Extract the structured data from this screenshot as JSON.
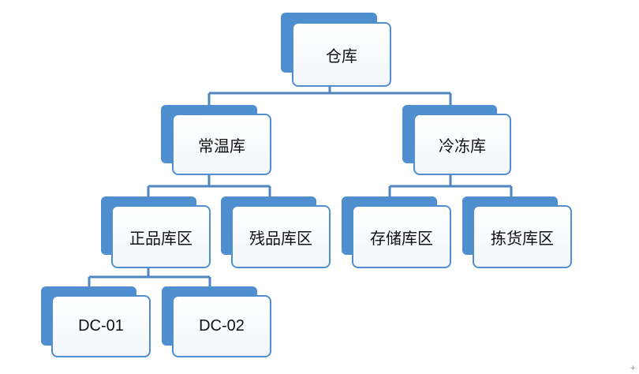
{
  "diagram": {
    "type": "org-chart",
    "colors": {
      "accent": "#4f8fcf",
      "connector": "#4f86bf",
      "box_fill": "#f2f6fb",
      "text": "#111111"
    },
    "nodes": {
      "warehouse": {
        "label": "仓库"
      },
      "normal_temp": {
        "label": "常温库"
      },
      "frozen": {
        "label": "冷冻库"
      },
      "genuine_area": {
        "label": "正品库区"
      },
      "defective_area": {
        "label": "残品库区"
      },
      "storage_area": {
        "label": "存储库区"
      },
      "picking_area": {
        "label": "拣货库区"
      },
      "dc01": {
        "label": "DC-01"
      },
      "dc02": {
        "label": "DC-02"
      }
    },
    "edges": [
      [
        "warehouse",
        "normal_temp"
      ],
      [
        "warehouse",
        "frozen"
      ],
      [
        "normal_temp",
        "genuine_area"
      ],
      [
        "normal_temp",
        "defective_area"
      ],
      [
        "frozen",
        "storage_area"
      ],
      [
        "frozen",
        "picking_area"
      ],
      [
        "genuine_area",
        "dc01"
      ],
      [
        "genuine_area",
        "dc02"
      ]
    ],
    "corner_mark": "+"
  }
}
